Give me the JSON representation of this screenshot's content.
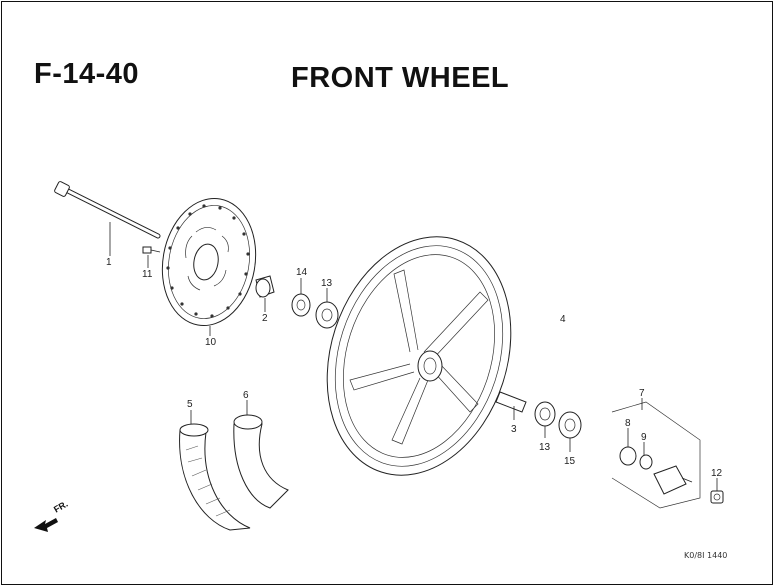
{
  "header": {
    "code": "F-14-40",
    "title": "FRONT WHEEL"
  },
  "direction_label": "FR.",
  "reference_code": "K0/8I 1440",
  "callouts": [
    {
      "id": "1",
      "label": "1"
    },
    {
      "id": "11",
      "label": "11"
    },
    {
      "id": "10",
      "label": "10"
    },
    {
      "id": "2",
      "label": "2"
    },
    {
      "id": "14",
      "label": "14"
    },
    {
      "id": "13a",
      "label": "13"
    },
    {
      "id": "4",
      "label": "4"
    },
    {
      "id": "5",
      "label": "5"
    },
    {
      "id": "6",
      "label": "6"
    },
    {
      "id": "3",
      "label": "3"
    },
    {
      "id": "13b",
      "label": "13"
    },
    {
      "id": "15",
      "label": "15"
    },
    {
      "id": "7",
      "label": "7"
    },
    {
      "id": "8",
      "label": "8"
    },
    {
      "id": "9",
      "label": "9"
    },
    {
      "id": "12",
      "label": "12"
    }
  ]
}
